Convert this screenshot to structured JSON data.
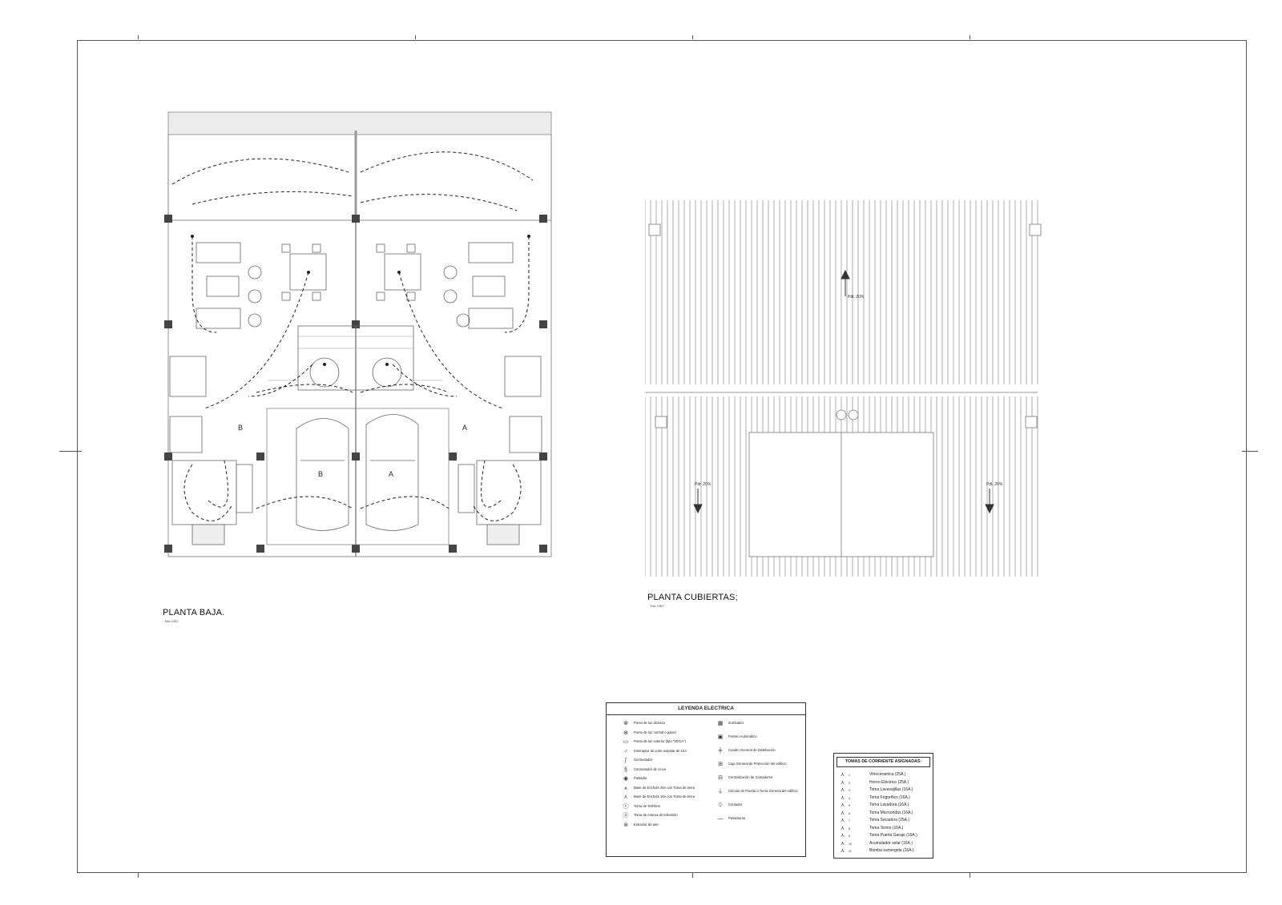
{
  "plans": {
    "ground": {
      "title": "PLANTA BAJA.",
      "scale": "Esc 1/50."
    },
    "roof": {
      "title": "PLANTA CUBIERTAS;",
      "scale": "Esc 1/50."
    }
  },
  "garage_labels": [
    "B",
    "A"
  ],
  "door_labels": [
    "B",
    "A"
  ],
  "roof_slopes": [
    "Pdt. 20%",
    "Pdt. 20%",
    "Pdt. 20%"
  ],
  "legend": {
    "title": "LEYENDA ELECTRICA",
    "left_items": [
      {
        "icon": "ceiling-light-icon",
        "glyph": "⊗",
        "label": "Punto de luz dicroica"
      },
      {
        "icon": "wall-light-icon",
        "glyph": "⊕",
        "label": "Punto de luz normal o pared"
      },
      {
        "icon": "exterior-light-icon",
        "glyph": "▭",
        "label": "Punto de luz exterior (tipo \"VEGA\")"
      },
      {
        "icon": "switch-icon",
        "glyph": "♂",
        "label": "Interruptor de corte unipolar de 10A"
      },
      {
        "icon": "commutator-icon",
        "glyph": "∫",
        "label": "Conmutador"
      },
      {
        "icon": "cross-commutator-icon",
        "glyph": "§",
        "label": "Conmutador de cruce"
      },
      {
        "icon": "push-button-icon",
        "glyph": "◉",
        "label": "Pulsador"
      },
      {
        "icon": "socket-25a-icon",
        "glyph": "⩚",
        "label": "Base de Enchufe 25A con Toma de tierra"
      },
      {
        "icon": "socket-16a-icon",
        "glyph": "⋏",
        "label": "Base de Enchufe 16A con Toma de tierra"
      },
      {
        "icon": "phone-socket-icon",
        "glyph": "ⓣ",
        "label": "Toma de Teléfono"
      },
      {
        "icon": "tv-socket-icon",
        "glyph": "ⓞ",
        "label": "Toma de Antena de televisión"
      },
      {
        "icon": "extractor-icon",
        "glyph": "⊛",
        "label": "Extractor de aire"
      }
    ],
    "right_items": [
      {
        "icon": "buzzer-icon",
        "glyph": "▦",
        "label": "Zumbador"
      },
      {
        "icon": "intercom-icon",
        "glyph": "▣",
        "label": "Portero Automático"
      },
      {
        "icon": "distribution-panel-icon",
        "glyph": "╪",
        "label": "Cuadro General de Distribución"
      },
      {
        "icon": "protection-box-icon",
        "glyph": "⊞",
        "label": "Caja General de Protección del edificio"
      },
      {
        "icon": "meter-centralization-icon",
        "glyph": "⊟",
        "label": "Centralización de Contadores"
      },
      {
        "icon": "earth-circuit-icon",
        "glyph": "⏚",
        "label": "Circuito de Puesta a Tierra General del edificio"
      },
      {
        "icon": "meter-icon",
        "glyph": "⏀",
        "label": "Contador"
      },
      {
        "icon": "conduit-line-icon",
        "glyph": "—",
        "label": "Pasamuros"
      }
    ]
  },
  "tomas": {
    "title": "TOMAS DE CORRIENTE ASIGNADAS:",
    "items": [
      {
        "n": "1",
        "label": "Vitroceramica (25A.)"
      },
      {
        "n": "2",
        "label": "Horno Eléctrico (25A.)"
      },
      {
        "n": "3",
        "label": "Toma Lavavajillas (16A.)"
      },
      {
        "n": "4",
        "label": "Toma Frigorífico (16A.)"
      },
      {
        "n": "5",
        "label": "Toma Lavadora (16A.)"
      },
      {
        "n": "6",
        "label": "Toma Microondas (16A.)"
      },
      {
        "n": "7",
        "label": "Toma Secadora (25A.)"
      },
      {
        "n": "8",
        "label": "Toma Termo (16A.)"
      },
      {
        "n": "9",
        "label": "Toma Puerta Garaje (16A.)"
      },
      {
        "n": "10",
        "label": "Acumulador solar (16A.)"
      },
      {
        "n": "11",
        "label": "Bomba sumergida (16A.)"
      }
    ]
  }
}
